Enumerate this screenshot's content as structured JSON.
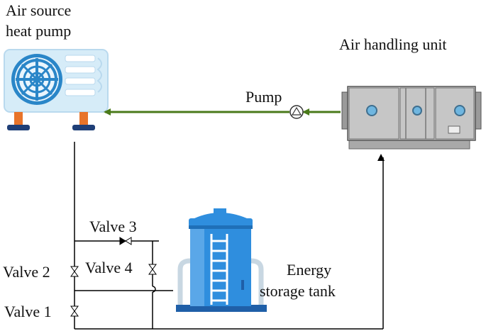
{
  "labels": {
    "heat_pump": [
      "Air source",
      "heat pump"
    ],
    "ahu": "Air handling unit",
    "pump": "Pump",
    "valve3": "Valve 3",
    "valve4": "Valve 4",
    "valve2": "Valve 2",
    "valve1": "Valve 1",
    "tank": [
      "Energy",
      "storage tank"
    ]
  },
  "colors": {
    "supply_line": "#4a7a1a",
    "pipe_line": "#000000",
    "heat_pump_body": "#d6ecf8",
    "heat_pump_fan": "#2a86c8",
    "heat_pump_feet": "#e8742a",
    "heat_pump_base": "#1f3f77",
    "ahu_body": "#c9c9c9",
    "tank_body": "#2f8ede",
    "tank_frame": "#c8d7e2"
  },
  "icons": [
    "heat-pump-icon",
    "air-handling-unit-icon",
    "pump-icon",
    "valve-icon",
    "energy-storage-tank-icon"
  ]
}
